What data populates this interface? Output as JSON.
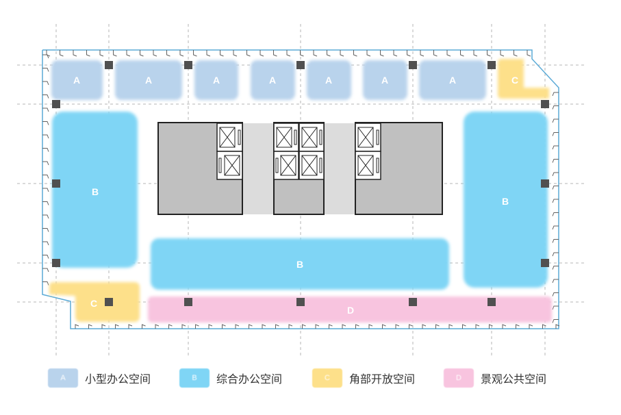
{
  "colors": {
    "A": "#b9d3ec",
    "B": "#7fd5f5",
    "C": "#fde08a",
    "D": "#f8c4df",
    "column": "#505050",
    "core": "#c0c0c0",
    "corridor": "#dcdcdc",
    "facade": "#5aaad6",
    "grid": "#b4b4b4"
  },
  "zones": {
    "a1": "A",
    "a2": "A",
    "a3": "A",
    "a4": "A",
    "a5": "A",
    "a6": "A",
    "a7": "A",
    "b_left": "B",
    "b_right": "B",
    "b_center": "B",
    "c_tr": "C",
    "c_bl": "C",
    "d": "D"
  },
  "legend": [
    {
      "letter": "A",
      "label": "小型办公空间",
      "color": "#b9d3ec"
    },
    {
      "letter": "B",
      "label": "综合办公空间",
      "color": "#7fd5f5"
    },
    {
      "letter": "C",
      "label": "角部开放空间",
      "color": "#fde08a"
    },
    {
      "letter": "D",
      "label": "景观公共空间",
      "color": "#f8c4df"
    }
  ]
}
